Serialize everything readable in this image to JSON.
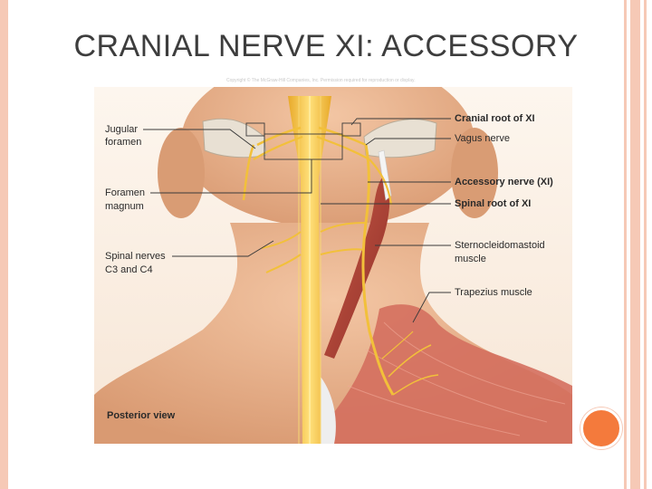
{
  "slide": {
    "title": "CRANIAL NERVE XI: ACCESSORY"
  },
  "figure": {
    "copyright": "Copyright © The McGraw-Hill Companies, Inc. Permission required for reproduction or display.",
    "view_label": "Posterior view",
    "labels_left": [
      {
        "line1": "Jugular",
        "line2": "foramen"
      },
      {
        "line1": "Foramen",
        "line2": "magnum"
      },
      {
        "line1": "Spinal nerves",
        "line2": "C3 and C4"
      }
    ],
    "labels_right": [
      {
        "line1": "Cranial root of XI",
        "line2": "",
        "bold": true
      },
      {
        "line1": "Vagus nerve",
        "line2": "",
        "bold": false
      },
      {
        "line1": "Accessory nerve (XI)",
        "line2": "",
        "bold": true
      },
      {
        "line1": "Spinal root of XI",
        "line2": "",
        "bold": true
      },
      {
        "line1": "Sternocleidomastoid",
        "line2": "muscle",
        "bold": false
      },
      {
        "line1": "Trapezius muscle",
        "line2": "",
        "bold": false
      }
    ]
  },
  "colors": {
    "accent": "#f47a3c",
    "border": "#f6c9b6",
    "skin": "#e9b48f",
    "nerve": "#f2c03a",
    "muscle": "#b8473a"
  }
}
